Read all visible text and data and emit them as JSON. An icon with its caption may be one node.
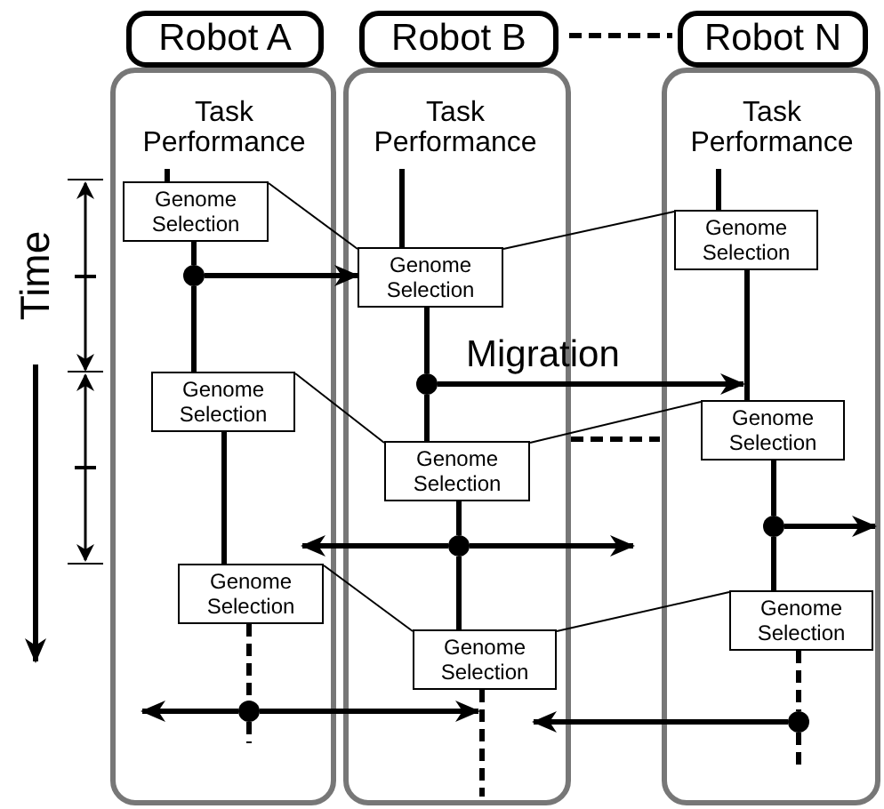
{
  "diagram": {
    "nodes": [
      {
        "text": [
          "Robot A"
        ]
      },
      {
        "text": [
          "Task Performance"
        ],
        "in": 0
      },
      {
        "text": [
          "Genome Selection"
        ],
        "in": 0
      },
      {
        "text": [],
        "shape": "circle",
        "in": 0
      },
      {
        "text": [
          "Genome Selection"
        ],
        "in": 0
      },
      {
        "text": [
          "Genome Selection"
        ],
        "in": 0
      },
      {
        "text": [],
        "shape": "circle",
        "in": 0
      },
      {
        "text": [
          "Robot B"
        ]
      },
      {
        "text": [
          "Task Performance"
        ],
        "in": 7
      },
      {
        "text": [
          "Genome Selection"
        ],
        "in": 7
      },
      {
        "text": [],
        "shape": "circle",
        "in": 7
      },
      {
        "text": [
          "Genome Selection"
        ],
        "in": 7
      },
      {
        "text": [],
        "shape": "circle",
        "in": 7
      },
      {
        "text": [
          "Genome Selection"
        ],
        "in": 7
      },
      {
        "text": [
          "Robot N"
        ]
      },
      {
        "text": [
          "Task Performance"
        ],
        "in": 14
      },
      {
        "text": [
          "Genome Selection"
        ],
        "in": 14
      },
      {
        "text": [
          "Genome Selection"
        ],
        "in": 14
      },
      {
        "text": [],
        "shape": "circle",
        "in": 14
      },
      {
        "text": [
          "Genome Selection"
        ],
        "in": 14
      },
      {
        "text": [],
        "shape": "circle",
        "in": 14
      }
    ],
    "edges": [
      {
        "from": 1,
        "to": 2,
        "arrow": "none"
      },
      {
        "from": 2,
        "to": 3,
        "arrow": "none"
      },
      {
        "from": 3,
        "to": 9,
        "arrow": "to"
      },
      {
        "from": 3,
        "to": 4,
        "arrow": "none"
      },
      {
        "from": 4,
        "to": 5,
        "arrow": "none"
      },
      {
        "from": 5,
        "to": 6,
        "arrow": "none",
        "style": "dashed"
      },
      {
        "from": 6,
        "to": null,
        "arrow": "to"
      },
      {
        "from": 6,
        "to": 13,
        "arrow": "to"
      },
      {
        "from": 8,
        "to": 9,
        "arrow": "none"
      },
      {
        "from": 9,
        "to": 10,
        "arrow": "none"
      },
      {
        "from": 10,
        "to": 17,
        "arrow": "to",
        "label": "Migration"
      },
      {
        "from": 10,
        "to": 11,
        "arrow": "none"
      },
      {
        "from": 11,
        "to": 12,
        "arrow": "none"
      },
      {
        "from": 12,
        "to": 5,
        "arrow": "to"
      },
      {
        "from": 12,
        "to": 14,
        "arrow": "to"
      },
      {
        "from": 12,
        "to": 13,
        "arrow": "none"
      },
      {
        "from": 15,
        "to": 16,
        "arrow": "none"
      },
      {
        "from": 16,
        "to": 17,
        "arrow": "none"
      },
      {
        "from": 17,
        "to": 18,
        "arrow": "none"
      },
      {
        "from": 18,
        "to": null,
        "arrow": "to"
      },
      {
        "from": 18,
        "to": 19,
        "arrow": "none"
      },
      {
        "from": 19,
        "to": 20,
        "arrow": "none",
        "style": "dashed"
      },
      {
        "from": 20,
        "to": 13,
        "arrow": "to"
      },
      {
        "from": 2,
        "to": 9,
        "arrow": "none"
      },
      {
        "from": 9,
        "to": 16,
        "arrow": "none"
      },
      {
        "from": 4,
        "to": 11,
        "arrow": "none"
      },
      {
        "from": 11,
        "to": 17,
        "arrow": "none"
      },
      {
        "from": 5,
        "to": 13,
        "arrow": "none"
      },
      {
        "from": 13,
        "to": 19,
        "arrow": "none"
      },
      {
        "from": 6,
        "to": null,
        "arrow": "none",
        "style": "dashed"
      },
      {
        "from": 13,
        "to": null,
        "arrow": "none",
        "style": "dashed"
      },
      {
        "from": 20,
        "to": null,
        "arrow": "none",
        "style": "dashed"
      },
      {
        "from": 7,
        "to": 14,
        "arrow": "none",
        "style": "dashed"
      },
      {
        "from": 7,
        "to": 14,
        "arrow": "none",
        "style": "dashed"
      }
    ],
    "labels": [
      "Time"
    ]
  }
}
